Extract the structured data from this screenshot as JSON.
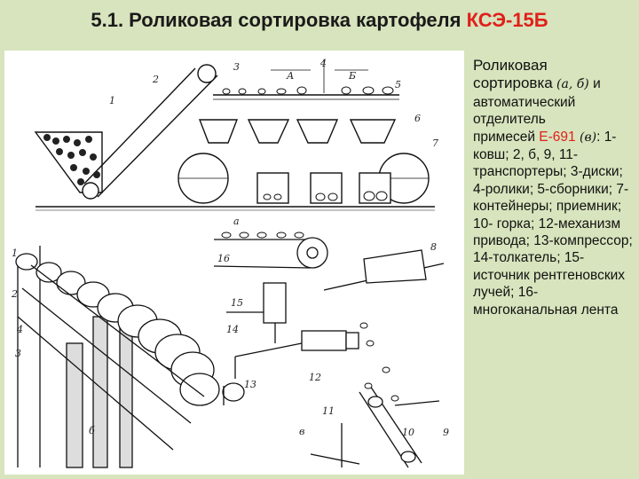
{
  "slide": {
    "title_main": "5.1. Роликовая сортировка картофеля",
    "title_accent": "КСЭ-15Б",
    "accent_color": "#e0201b",
    "background_color": "#d7e4bd"
  },
  "figure": {
    "top_labels": [
      "1",
      "2",
      "3",
      "4",
      "5",
      "6",
      "7",
      "А",
      "Б"
    ],
    "top_caption": "а",
    "left_labels": [
      "1",
      "2",
      "3",
      "4"
    ],
    "left_caption": "б",
    "right_labels": [
      "8",
      "9",
      "10",
      "11",
      "12",
      "13",
      "14",
      "15",
      "16"
    ],
    "right_caption": "в"
  },
  "caption": {
    "line1": "Роликовая",
    "line2": "сортировка",
    "ab": "(а, б)",
    "and": "и",
    "line3": "автоматический",
    "line4": "отделитель",
    "line5_prefix": "примесей",
    "model": "Е-691",
    "v": "(в)",
    "colon": ":",
    "legend": "1-ковш; 2, б, 9, 11-транспортеры; 3-диски; 4-ролики; 5-сборники; 7-контейнеры; приемник; 10- горка; 12-механизм привода; 13-компрессор; 14-толкатель; 15-источник рентгеновских лучей; 16- многоканальная лента"
  }
}
